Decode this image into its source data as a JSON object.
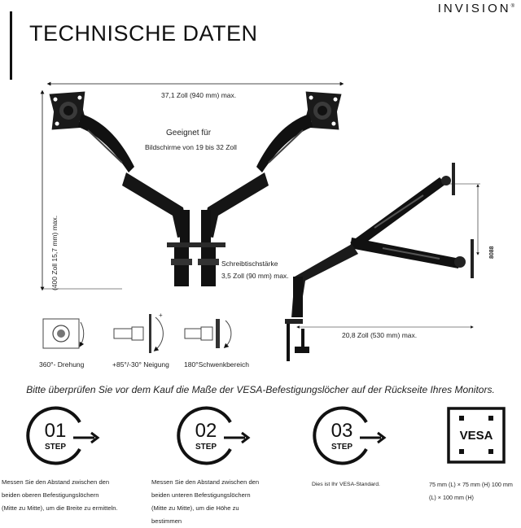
{
  "brand": "INVISION",
  "title": "TECHNISCHE DATEN",
  "dimensions": {
    "width_top": "37,1 Zoll (940 mm) max.",
    "height_left": "(400  Zoll  15,7  mm)  max.",
    "suitable_title": "Geeignet für",
    "suitable_range": "Bildschirme von 19 bis 32 Zoll",
    "desk_thickness_label": "Schreibtischstärke",
    "desk_thickness_value": "3,5 Zoll (90 mm) max.",
    "reach_side": "20,8 Zoll (530 mm) max.",
    "side_height": "8088"
  },
  "features": [
    {
      "label": "360°- Drehung"
    },
    {
      "label": "+85°/-30°  Neigung"
    },
    {
      "label": "180°Schwenkbereich"
    }
  ],
  "notice": "Bitte überprüfen Sie vor dem Kauf die Maße der VESA-Befestigungslöcher auf der Rückseite Ihres Monitors.",
  "steps": [
    {
      "number": "01",
      "word": "STEP",
      "lines": [
        "Messen Sie den Abstand zwischen den",
        "beiden oberen Befestigungslöchern",
        "(Mitte zu Mitte), um die Breite zu ermitteln."
      ]
    },
    {
      "number": "02",
      "word": "STEP",
      "lines": [
        "Messen Sie den Abstand zwischen den",
        "beiden unteren Befestigungslöchern",
        "(Mitte zu Mitte), um die Höhe zu",
        "bestimmen"
      ]
    },
    {
      "number": "03",
      "word": "STEP",
      "lines": [
        "Dies ist Ihr VESA-Standard."
      ]
    }
  ],
  "vesa": {
    "logo_text": "VESA",
    "lines": [
      "75 mm (L) × 75 mm (H) 100 mm",
      "(L) × 100 mm (H)"
    ]
  },
  "colors": {
    "ink": "#111111",
    "text": "#222222",
    "background": "#ffffff"
  }
}
